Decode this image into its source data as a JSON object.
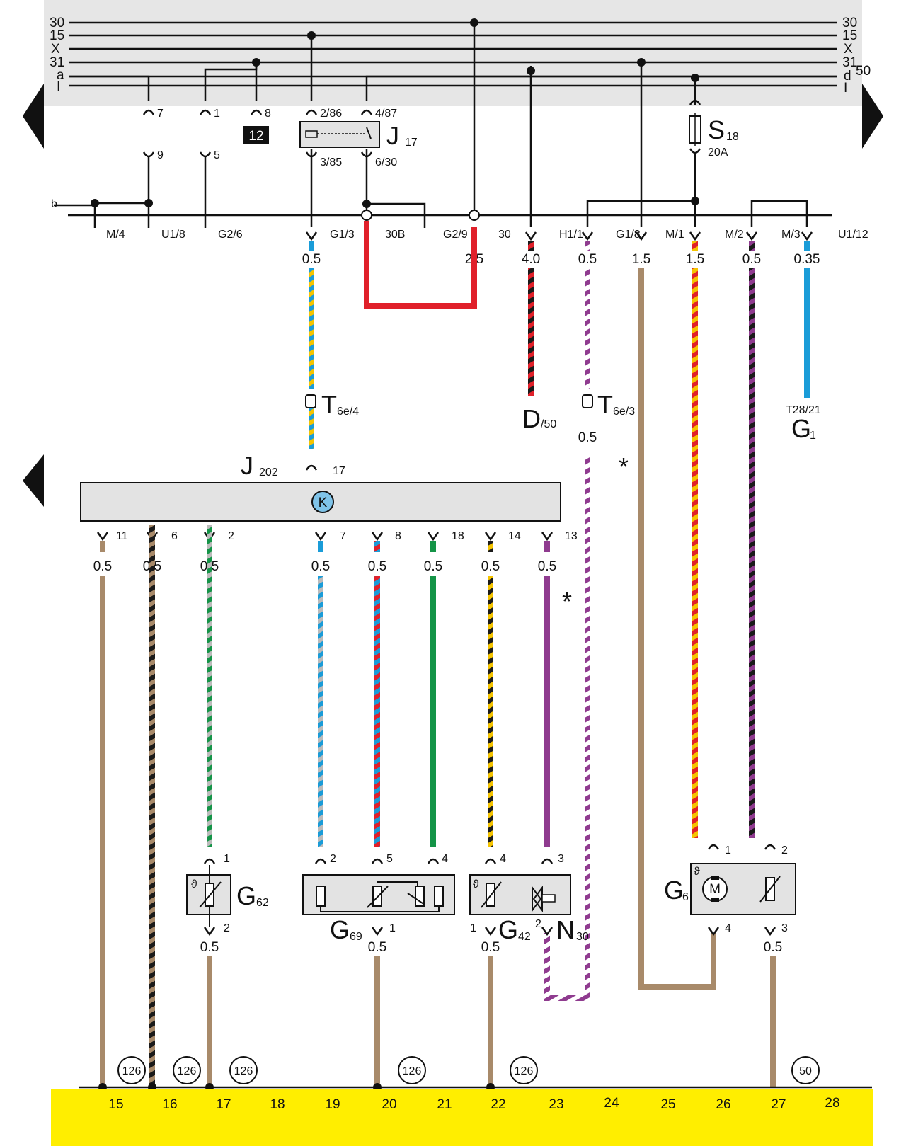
{
  "bus_left": [
    "30",
    "15",
    "X",
    "31",
    "a",
    "I"
  ],
  "bus_right": [
    "30",
    "15",
    "X",
    "31",
    "d",
    "I"
  ],
  "bus_right_extra": "50",
  "mid_bus_label": "b",
  "relay_fuse_ref": "12",
  "relay": {
    "name": "J",
    "sub": "17",
    "pins": [
      "2/86",
      "4/87",
      "3/85",
      "6/30"
    ]
  },
  "fuse": {
    "name": "S",
    "sub": "18",
    "rating": "20A"
  },
  "upper_pins": [
    "7",
    "1",
    "8",
    "9",
    "5"
  ],
  "main_connectors": [
    "M/4",
    "U1/8",
    "G2/6",
    "G1/3",
    "30B",
    "G2/9",
    "30",
    "H1/1",
    "G1/8",
    "M/1",
    "M/2",
    "M/3",
    "U1/12"
  ],
  "upper_gauges": [
    "0.5",
    "2.5",
    "4.0",
    "0.5",
    "1.5",
    "1.5",
    "0.5",
    "0.35"
  ],
  "t6e4": {
    "name": "T",
    "sub": "6e/4"
  },
  "t6e3": {
    "name": "T",
    "sub": "6e/3",
    "gauge": "0.5"
  },
  "d50": {
    "name": "D",
    "sub": "/50"
  },
  "g1": {
    "name": "G",
    "sub": "1",
    "conn": "T28/21"
  },
  "asterisk": "*",
  "j202": {
    "name": "J",
    "sub": "202",
    "pin_top": "17",
    "k": "K"
  },
  "j202_pins": [
    "11",
    "6",
    "2",
    "7",
    "8",
    "18",
    "14",
    "13"
  ],
  "j202_gauges": [
    "0.5",
    "0.5",
    "0.5",
    "0.5",
    "0.5",
    "0.5",
    "0.5",
    "0.5"
  ],
  "g62": {
    "name": "G",
    "sub": "62",
    "pins": [
      "1",
      "2"
    ],
    "gauge": "0.5"
  },
  "g69": {
    "name": "G",
    "sub": "69",
    "pins": [
      "2",
      "5",
      "4",
      "1"
    ],
    "gauge": "0.5"
  },
  "g42": {
    "name": "G",
    "sub": "42",
    "pins": [
      "4",
      "1"
    ],
    "gauge": "0.5"
  },
  "n30": {
    "name": "N",
    "sub": "30",
    "pins": [
      "3",
      "2"
    ]
  },
  "g6": {
    "name": "G",
    "sub": "6",
    "pins": [
      "1",
      "4",
      "2",
      "3"
    ],
    "motor": "M",
    "gauge": "0.5"
  },
  "refs": [
    "126",
    "126",
    "126",
    "126",
    "126",
    "50"
  ],
  "bottom_numbers": [
    "15",
    "16",
    "17",
    "18",
    "19",
    "20",
    "21",
    "22",
    "23",
    "24",
    "25",
    "26",
    "27",
    "28"
  ],
  "colors": {
    "header": "#e6e6e6",
    "ground": "#ffee00",
    "brown": "#a88a6a",
    "black": "#1a1a1a",
    "red": "#e0202a",
    "blue": "#1a9cd8",
    "yellow": "#f5c400",
    "green": "#149447",
    "violet": "#8f3b8f",
    "grey": "#bbbbbb",
    "white": "#ffffff",
    "box": "#e3e3e3"
  }
}
